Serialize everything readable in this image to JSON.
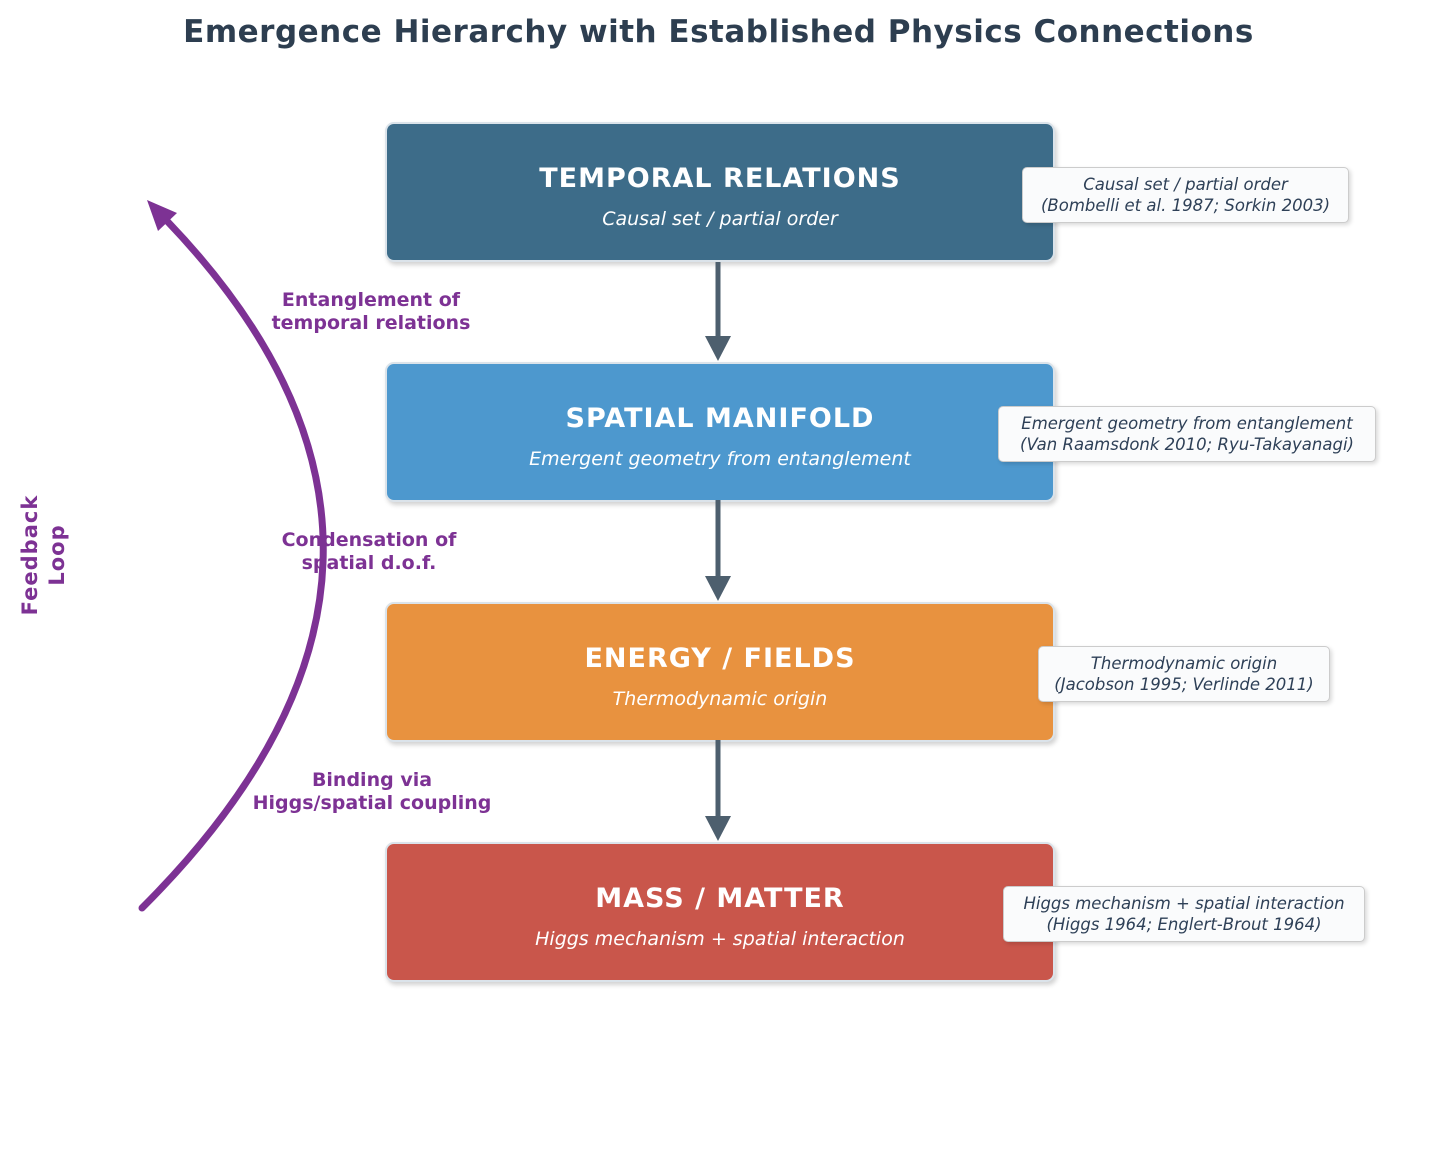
{
  "title": "Emergence Hierarchy with Established Physics Connections",
  "levels": [
    {
      "label": "TEMPORAL RELATIONS",
      "subtitle": "Causal set / partial order",
      "color": "#3d6c89",
      "annotation": {
        "line1": "Causal set / partial order",
        "line2": "(Bombelli et al. 1987; Sorkin 2003)"
      }
    },
    {
      "label": "SPATIAL MANIFOLD",
      "subtitle": "Emergent geometry from entanglement",
      "color": "#4d98ce",
      "annotation": {
        "line1": "Emergent geometry from entanglement",
        "line2": "(Van Raamsdonk 2010; Ryu-Takayanagi)"
      }
    },
    {
      "label": "ENERGY / FIELDS",
      "subtitle": "Thermodynamic origin",
      "color": "#e8923f",
      "annotation": {
        "line1": "Thermodynamic origin",
        "line2": "(Jacobson 1995; Verlinde 2011)"
      }
    },
    {
      "label": "MASS / MATTER",
      "subtitle": "Higgs mechanism + spatial interaction",
      "color": "#c9564b",
      "annotation": {
        "line1": "Higgs mechanism + spatial interaction",
        "line2": "(Higgs 1964; Englert-Brout 1964)"
      }
    }
  ],
  "transitions": [
    {
      "line1": "Entanglement of",
      "line2": "temporal relations"
    },
    {
      "line1": "Condensation of",
      "line2": "spatial d.o.f."
    },
    {
      "line1": "Binding via",
      "line2": "Higgs/spatial coupling"
    }
  ],
  "feedback_label": {
    "line1": "Feedback",
    "line2": "Loop"
  },
  "colors": {
    "title_text": "#2d3e50",
    "purple_accent": "#7d3294",
    "arrow_slate": "#4d5f6e",
    "annotation_bg": "#fafbfc",
    "annotation_border": "#cccccc",
    "annotation_text": "#2e4057",
    "box_text": "#ffffff"
  }
}
